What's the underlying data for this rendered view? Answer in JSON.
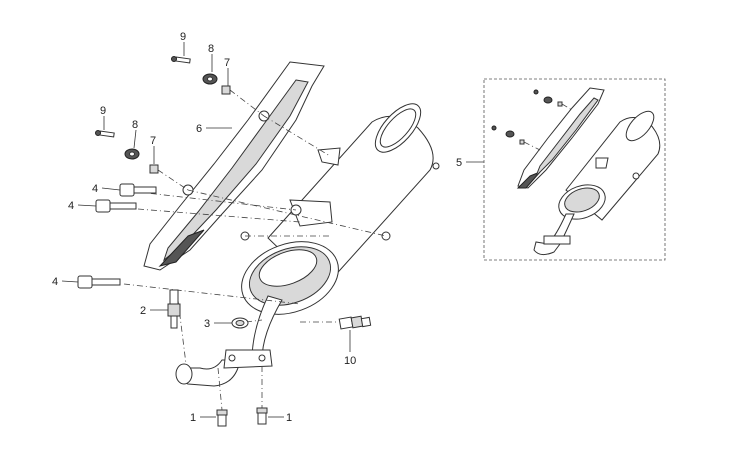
{
  "callouts": {
    "bolt_9_top": "9",
    "washer_8_top": "8",
    "nut_7_top": "7",
    "bolt_9_mid": "9",
    "washer_8_mid": "8",
    "nut_7_mid": "7",
    "heat_shield_6": "6",
    "bolt_4_a": "4",
    "bolt_4_b": "4",
    "bolt_4_c": "4",
    "sensor_2": "2",
    "gasket_3": "3",
    "o2_sensor_10": "10",
    "stud_1_left": "1",
    "stud_1_right": "1",
    "assembly_5": "5"
  }
}
